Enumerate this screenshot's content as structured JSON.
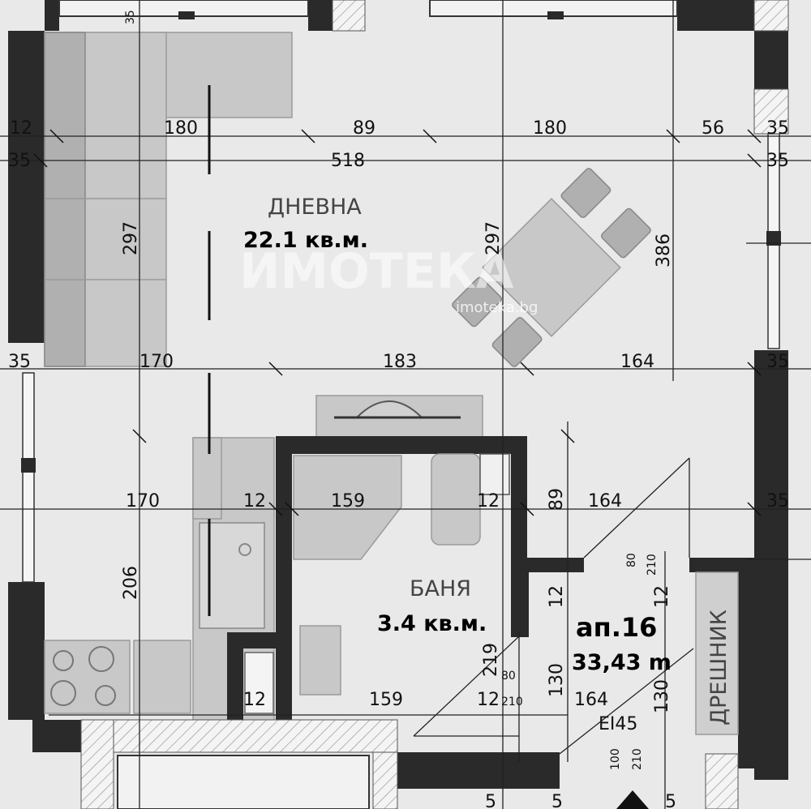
{
  "rooms": {
    "living": {
      "name": "ДНЕВНА",
      "area": "22.1 кв.м."
    },
    "bathroom": {
      "name": "БАНЯ",
      "area": "3.4 кв.м."
    },
    "wardrobe": {
      "name": "ДРЕШНИК"
    }
  },
  "apartment": {
    "name": "ап.16",
    "area": "33,43 m"
  },
  "door_rating": "EI45",
  "watermark": {
    "brand": "ИМОТЕКА",
    "url": "imoteka.bg"
  },
  "dimensions": {
    "top_row1": [
      "12",
      "180",
      "89",
      "180",
      "56",
      "35"
    ],
    "top_row2": [
      "35",
      "518",
      "35"
    ],
    "row_mid": [
      "35",
      "170",
      "183",
      "164",
      "35"
    ],
    "row_lower": [
      "170",
      "12",
      "159",
      "12",
      "89",
      "164",
      "35"
    ],
    "row_bottom": [
      "12",
      "159",
      "12",
      "164"
    ],
    "verticals": [
      "297",
      "297",
      "386",
      "206",
      "12",
      "12",
      "219",
      "130",
      "130"
    ],
    "doors": [
      "80",
      "210",
      "80",
      "210",
      "100",
      "210"
    ],
    "edge_partials": [
      "35",
      "5",
      "5",
      "5"
    ]
  }
}
